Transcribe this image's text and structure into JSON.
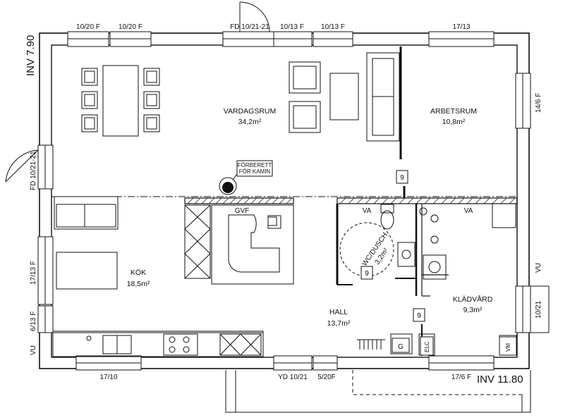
{
  "dimensions": {
    "height_label": "INV 7.90",
    "width_label": "INV 11.80"
  },
  "rooms": {
    "vardagsrum": {
      "name": "VARDAGSRUM",
      "area": "34,2m²"
    },
    "arbetsrum": {
      "name": "ARBETSRUM",
      "area": "10,8m²"
    },
    "kok": {
      "name": "KÖK",
      "area": "18,5m²"
    },
    "hall": {
      "name": "HALL",
      "area": "13,7m²"
    },
    "kladvard": {
      "name": "KLÄDVÅRD",
      "area": "9,3m²"
    },
    "wc": {
      "name": "WC/DUSCH",
      "area": "3,2m²"
    }
  },
  "windows": {
    "top_1": "10/20 F",
    "top_2": "10/20 F",
    "top_door": "FD 10/21-21",
    "top_3": "10/13 F",
    "top_4": "10/13 F",
    "top_5": "17/13",
    "left_door": "FD 10/21-21",
    "left_1": "17/13 F",
    "left_2": "6/13 F",
    "left_vu": "VU",
    "right_1": "14/6 F",
    "right_vu": "VU",
    "right_door": "10/21",
    "bottom_1": "17/10",
    "bottom_door": "YD 10/21",
    "bottom_2": "5/20F",
    "bottom_3": "17/6 F"
  },
  "annotations": {
    "kamin_line1": "FÖRBERETT",
    "kamin_line2": "FÖR KAMIN",
    "gvf": "GVF",
    "va_1": "VA",
    "va_2": "VA",
    "g": "G",
    "elc": "ELC",
    "vm": "VM",
    "tag_1": "9",
    "tag_2": "9",
    "tag_3": "9"
  }
}
